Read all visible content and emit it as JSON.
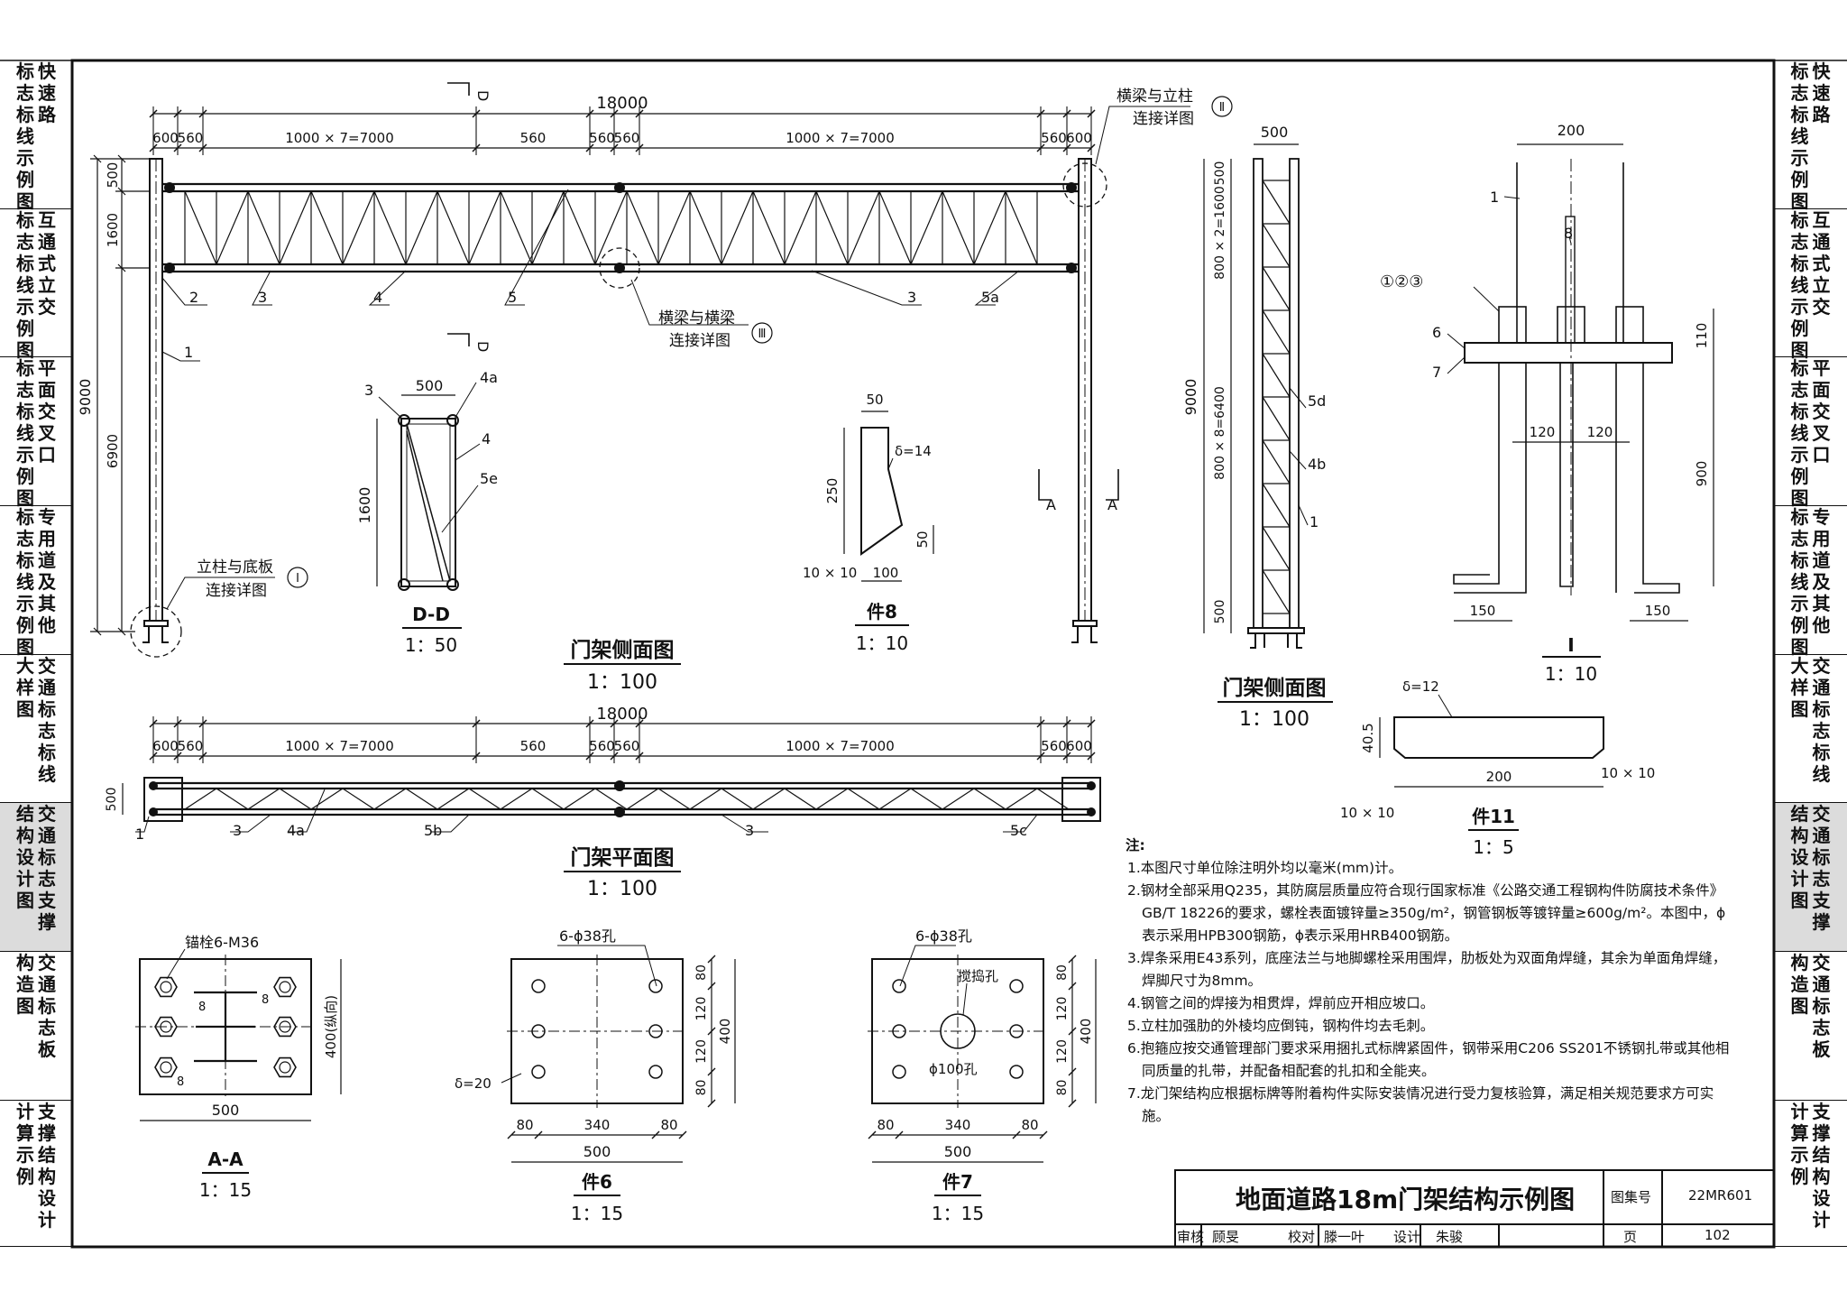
{
  "left_index": [
    {
      "c1": "标志标线示例图",
      "c2": "快速路",
      "active": false
    },
    {
      "c1": "标志标线示例图",
      "c2": "互通式立交",
      "active": false
    },
    {
      "c1": "标志标线示例图",
      "c2": "平面交叉口",
      "active": false
    },
    {
      "c1": "标志标线示例图",
      "c2": "专用道及其他",
      "active": false
    },
    {
      "c1": "大样图",
      "c2": "交通标志标线",
      "active": false
    },
    {
      "c1": "结构设计图",
      "c2": "交通标志支撑",
      "active": true
    },
    {
      "c1": "构造图",
      "c2": "交通标志板",
      "active": false
    },
    {
      "c1": "计算示例",
      "c2": "支撑结构设计",
      "active": false
    }
  ],
  "right_index": [
    {
      "c1": "标志标线示例图",
      "c2": "快速路",
      "active": false
    },
    {
      "c1": "标志标线示例图",
      "c2": "互通式立交",
      "active": false
    },
    {
      "c1": "标志标线示例图",
      "c2": "平面交叉口",
      "active": false
    },
    {
      "c1": "标志标线示例图",
      "c2": "专用道及其他",
      "active": false
    },
    {
      "c1": "大样图",
      "c2": "交通标志标线",
      "active": false
    },
    {
      "c1": "结构设计图",
      "c2": "交通标志支撑",
      "active": true
    },
    {
      "c1": "构造图",
      "c2": "交通标志板",
      "active": false
    },
    {
      "c1": "计算示例",
      "c2": "支撑结构设计",
      "active": false
    }
  ],
  "front_view": {
    "total": "18000",
    "segs": [
      "600",
      "560",
      "1000 × 7=7000",
      "560",
      "560",
      "560",
      "1000 × 7=7000",
      "560",
      "600"
    ],
    "h_total": "9000",
    "h_top": "500",
    "h_mid": "1600",
    "h_low": "6900",
    "parts": [
      "1",
      "2",
      "3",
      "4",
      "5",
      "3",
      "5a"
    ],
    "detail1": "立柱与底板",
    "detail1b": "连接详图",
    "detail1n": "Ⅰ",
    "detail2": "横梁与立柱",
    "detail2b": "连接详图",
    "detail2n": "Ⅱ",
    "detail3": "横梁与横梁",
    "detail3b": "连接详图",
    "detail3n": "Ⅲ",
    "sec_d": "D",
    "sec_a": "A",
    "title": "门架侧面图",
    "scale": "1：100"
  },
  "dd_section": {
    "w": "500",
    "h": "1600",
    "parts": [
      "3",
      "4a",
      "4",
      "5e"
    ],
    "title": "D-D",
    "scale": "1：50"
  },
  "part8": {
    "w": "50",
    "h": "250",
    "delta": "δ=14",
    "b": "100",
    "chamfer": "10 × 10",
    "h2": "50",
    "title": "件8",
    "scale": "1：10"
  },
  "side_view": {
    "w": "500",
    "h_total": "9000",
    "h_top": "800 × 2=1600",
    "h_mid": "800 × 8=6400",
    "h_a": "500",
    "h_b": "500",
    "parts": [
      "5d",
      "4b",
      "1"
    ],
    "title": "门架侧面图",
    "scale": "1：100"
  },
  "detail_i": {
    "w": "200",
    "d1": "110",
    "d2": "900",
    "s1": "120",
    "s2": "120",
    "b1": "150",
    "b2": "150",
    "parts": [
      "1",
      "8",
      "①②③",
      "6",
      "7"
    ],
    "title": "Ⅰ",
    "scale": "1：10"
  },
  "part11": {
    "delta": "δ=12",
    "h": "40.5",
    "w": "200",
    "c1": "10 × 10",
    "c2": "10 × 10",
    "title": "件11",
    "scale": "1：5"
  },
  "plan_view": {
    "total": "18000",
    "segs": [
      "600",
      "560",
      "1000 × 7=7000",
      "560",
      "560",
      "560",
      "1000 × 7=7000",
      "560",
      "600"
    ],
    "h": "500",
    "parts": [
      "1",
      "3",
      "4a",
      "5b",
      "3",
      "5c"
    ],
    "title": "门架平面图",
    "scale": "1：100"
  },
  "aa": {
    "bolt": "锚栓6-M36",
    "w": "500",
    "h": "400(纵向)",
    "rib": "8",
    "title": "A-A",
    "scale": "1：15"
  },
  "part6": {
    "holes": "6-ϕ38孔",
    "delta": "δ=20",
    "v": [
      "80",
      "120",
      "120",
      "80"
    ],
    "h": "400",
    "b": [
      "80",
      "340",
      "80"
    ],
    "w": "500",
    "title": "件6",
    "scale": "1：15"
  },
  "part7": {
    "holes": "6-ϕ38孔",
    "pour": "搅捣孔",
    "big": "ϕ100孔",
    "v": [
      "80",
      "120",
      "120",
      "80"
    ],
    "h": "400",
    "b": [
      "80",
      "340",
      "80"
    ],
    "w": "500",
    "title": "件7",
    "scale": "1：15"
  },
  "notes": {
    "heading": "注:",
    "items": [
      "1.本图尺寸单位除注明外均以毫米(mm)计。",
      "2.钢材全部采用Q235，其防腐层质量应符合现行国家标准《公路交通工程钢构件防腐技术条件》GB/T 18226的要求，螺栓表面镀锌量≥350g/m²，钢管钢板等镀锌量≥600g/m²。本图中，ϕ表示采用HPB300钢筋，ɸ表示采用HRB400钢筋。",
      "3.焊条采用E43系列，底座法兰与地脚螺栓采用围焊，肋板处为双面角焊缝，其余为单面角焊缝，焊脚尺寸为8mm。",
      "4.钢管之间的焊接为相贯焊，焊前应开相应坡口。",
      "5.立柱加强肋的外棱均应倒钝，钢构件均去毛刺。",
      "6.抱箍应按交通管理部门要求采用捆扎式标牌紧固件，钢带采用C206 SS201不锈钢扎带或其他相同质量的扎带，并配备相配套的扎扣和全能夹。",
      "7.龙门架结构应根据标牌等附着构件实际安装情况进行受力复核验算，满足相关规范要求方可实施。"
    ]
  },
  "title_block": {
    "title": "地面道路18m门架结构示例图",
    "atlas_label": "图集号",
    "atlas_no": "22MR601",
    "review": "审核",
    "reviewer": "顾旻",
    "check": "校对",
    "checker": "滕一叶",
    "design": "设计",
    "designer": "朱骏",
    "page_label": "页",
    "page_no": "102"
  }
}
